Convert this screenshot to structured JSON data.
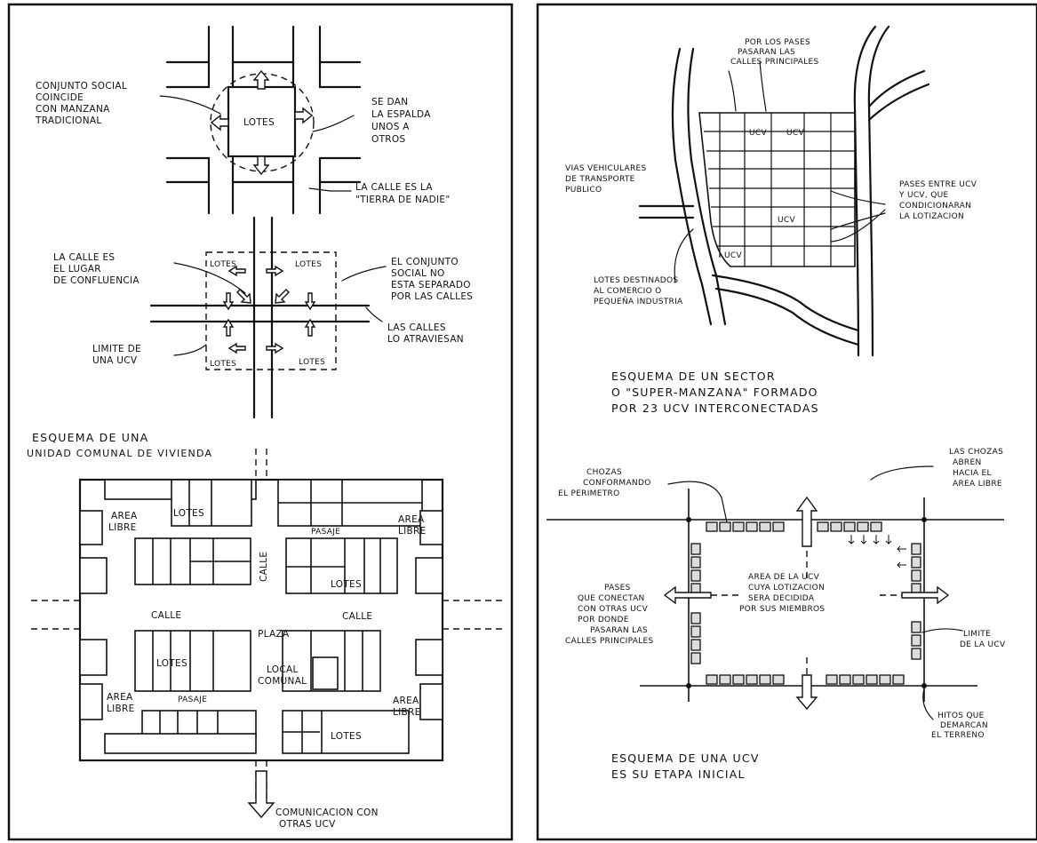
{
  "left_panel": {
    "top": {
      "label_conjunto": [
        "CONJUNTO SOCIAL",
        "COINCIDE",
        "CON MANZANA",
        "TRADICIONAL"
      ],
      "label_lotes": "LOTES",
      "label_espalda": [
        "SE DAN",
        "LA ESPALDA",
        "UNOS A",
        "OTROS"
      ],
      "label_calle": [
        "LA CALLE ES LA",
        "\"TIERRA DE NADIE\""
      ]
    },
    "middle": {
      "label_confluencia": [
        "LA CALLE ES",
        "EL LUGAR",
        "DE CONFLUENCIA"
      ],
      "lotes": [
        "LOTES",
        "LOTES",
        "LOTES",
        "LOTES"
      ],
      "label_conjunto": [
        "EL CONJUNTO",
        "SOCIAL NO",
        "ESTA SEPARADO",
        "POR LAS CALLES"
      ],
      "label_atraviesan": [
        "LAS CALLES",
        "LO ATRAVIESAN"
      ],
      "label_limite": [
        "LIMITE DE",
        "UNA UCV"
      ]
    },
    "bottom": {
      "title": [
        "ESQUEMA DE UNA",
        "UNIDAD COMUNAL DE VIVIENDA"
      ],
      "area_libre": [
        "AREA",
        "LIBRE"
      ],
      "lotes": "LOTES",
      "pasaje": "PASAJE",
      "calle": "CALLE",
      "plaza": "PLAZA",
      "local_comunal": [
        "LOCAL",
        "COMUNAL"
      ],
      "comunicacion": [
        "COMUNICACION CON",
        "OTRAS UCV"
      ]
    }
  },
  "right_panel": {
    "top": {
      "label_pases_calles": [
        "POR LOS PASES",
        "PASARAN LAS",
        "CALLES PRINCIPALES"
      ],
      "label_vias": [
        "VIAS VEHICULARES",
        "DE TRANSPORTE",
        "PUBLICO"
      ],
      "label_pases_ucv": [
        "PASES ENTRE UCV",
        "Y UCV, QUE",
        "CONDICIONARAN",
        "LA LOTIZACION"
      ],
      "label_lotes_comercio": [
        "LOTES DESTINADOS",
        "AL COMERCIO O",
        "PEQUEÑA INDUSTRIA"
      ],
      "ucv": "UCV",
      "caption": [
        "ESQUEMA DE UN SECTOR",
        "O \"SUPER-MANZANA\" FORMADO",
        "POR 23 UCV INTERCONECTADAS"
      ]
    },
    "bottom": {
      "label_chozas_perimetro": [
        "CHOZAS",
        "CONFORMANDO",
        "EL PERIMETRO"
      ],
      "label_chozas_abren": [
        "LAS CHOZAS",
        "ABREN",
        "HACIA EL",
        "AREA LIBRE"
      ],
      "label_area": [
        "AREA DE LA UCV",
        "CUYA LOTIZACION",
        "SERA DECIDIDA",
        "POR SUS MIEMBROS"
      ],
      "label_pases": [
        "PASES",
        "QUE CONECTAN",
        "CON OTRAS UCV",
        "POR DONDE",
        "PASARAN LAS",
        "CALLES PRINCIPALES"
      ],
      "label_limite": [
        "LIMITE",
        "DE LA UCV"
      ],
      "label_hitos": [
        "HITOS QUE",
        "DEMARCAN",
        "EL TERRENO"
      ],
      "caption": [
        "ESQUEMA DE UNA UCV",
        "ES SU ETAPA INICIAL"
      ]
    }
  }
}
